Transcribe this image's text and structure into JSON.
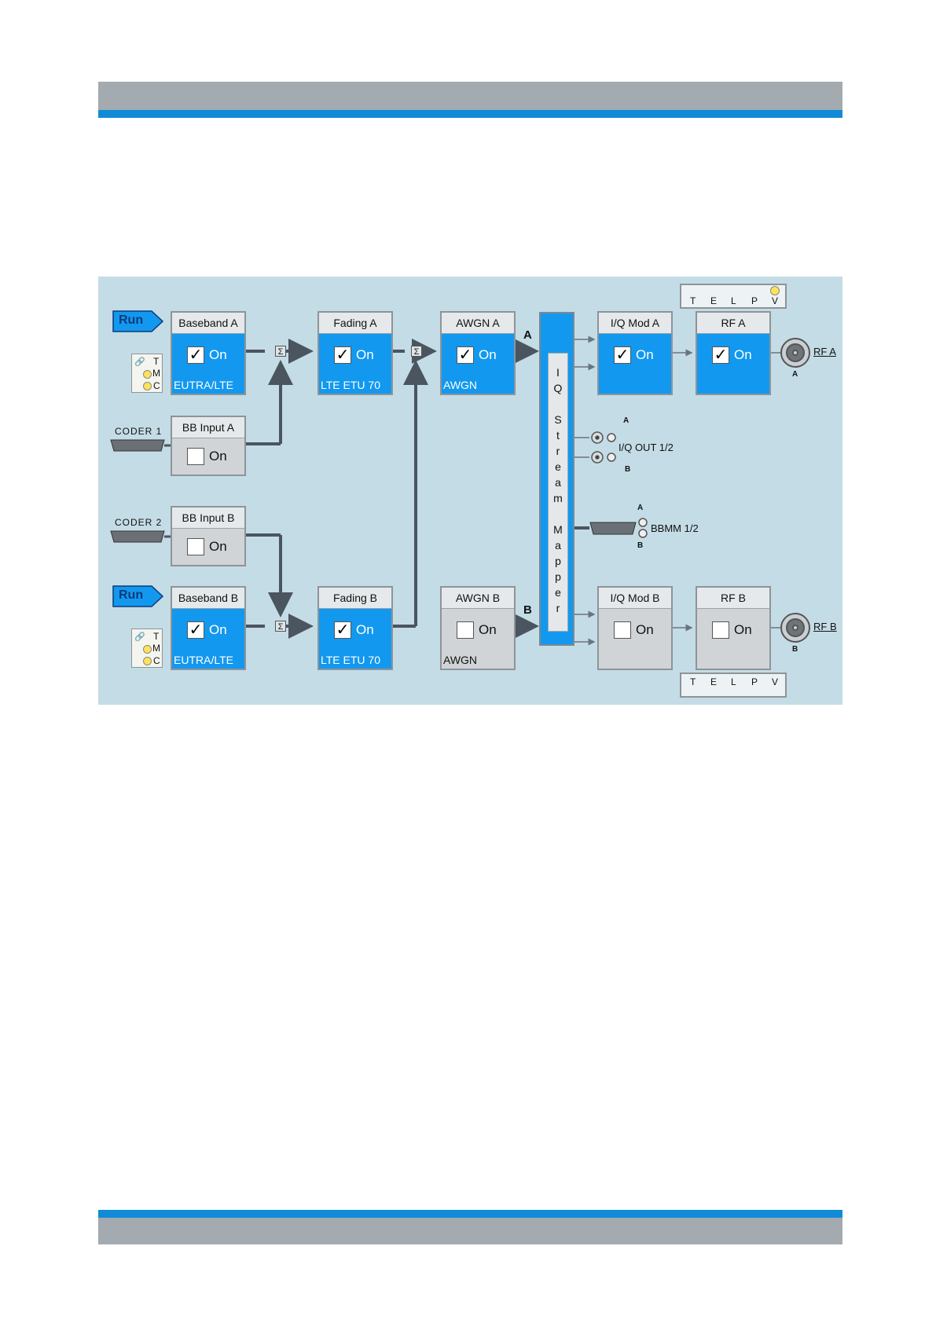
{
  "run_label": "Run",
  "tmc": {
    "t": "T",
    "m": "M",
    "c": "C"
  },
  "coder1": "CODER 1",
  "coder2": "CODER 2",
  "sigma": "Σ",
  "on_label": "On",
  "baseband_a": {
    "title": "Baseband A",
    "sub": "EUTRA/LTE"
  },
  "bb_input_a": {
    "title": "BB Input A"
  },
  "bb_input_b": {
    "title": "BB Input B"
  },
  "baseband_b": {
    "title": "Baseband B",
    "sub": "EUTRA/LTE"
  },
  "fading_a": {
    "title": "Fading A",
    "sub": "LTE ETU 70"
  },
  "fading_b": {
    "title": "Fading B",
    "sub": "LTE ETU 70"
  },
  "awgn_a": {
    "title": "AWGN A",
    "sub": "AWGN"
  },
  "awgn_b": {
    "title": "AWGN B",
    "sub": "AWGN"
  },
  "iq_mod_a": {
    "title": "I/Q Mod A"
  },
  "iq_mod_b": {
    "title": "I/Q Mod B"
  },
  "rf_a": {
    "title": "RF A"
  },
  "rf_b": {
    "title": "RF B"
  },
  "mapper_text": "I\nQ\n \nS\nt\nr\ne\na\nm\n \nM\na\np\np\ne\nr",
  "path_a": "A",
  "path_b": "B",
  "iq_out": "I/Q OUT 1/2",
  "bbmm": "BBMM 1/2",
  "rf_a_link": "RF A",
  "rf_b_link": "RF B",
  "telpv": {
    "t": "T",
    "e": "E",
    "l": "L",
    "p": "P",
    "v": "V"
  }
}
